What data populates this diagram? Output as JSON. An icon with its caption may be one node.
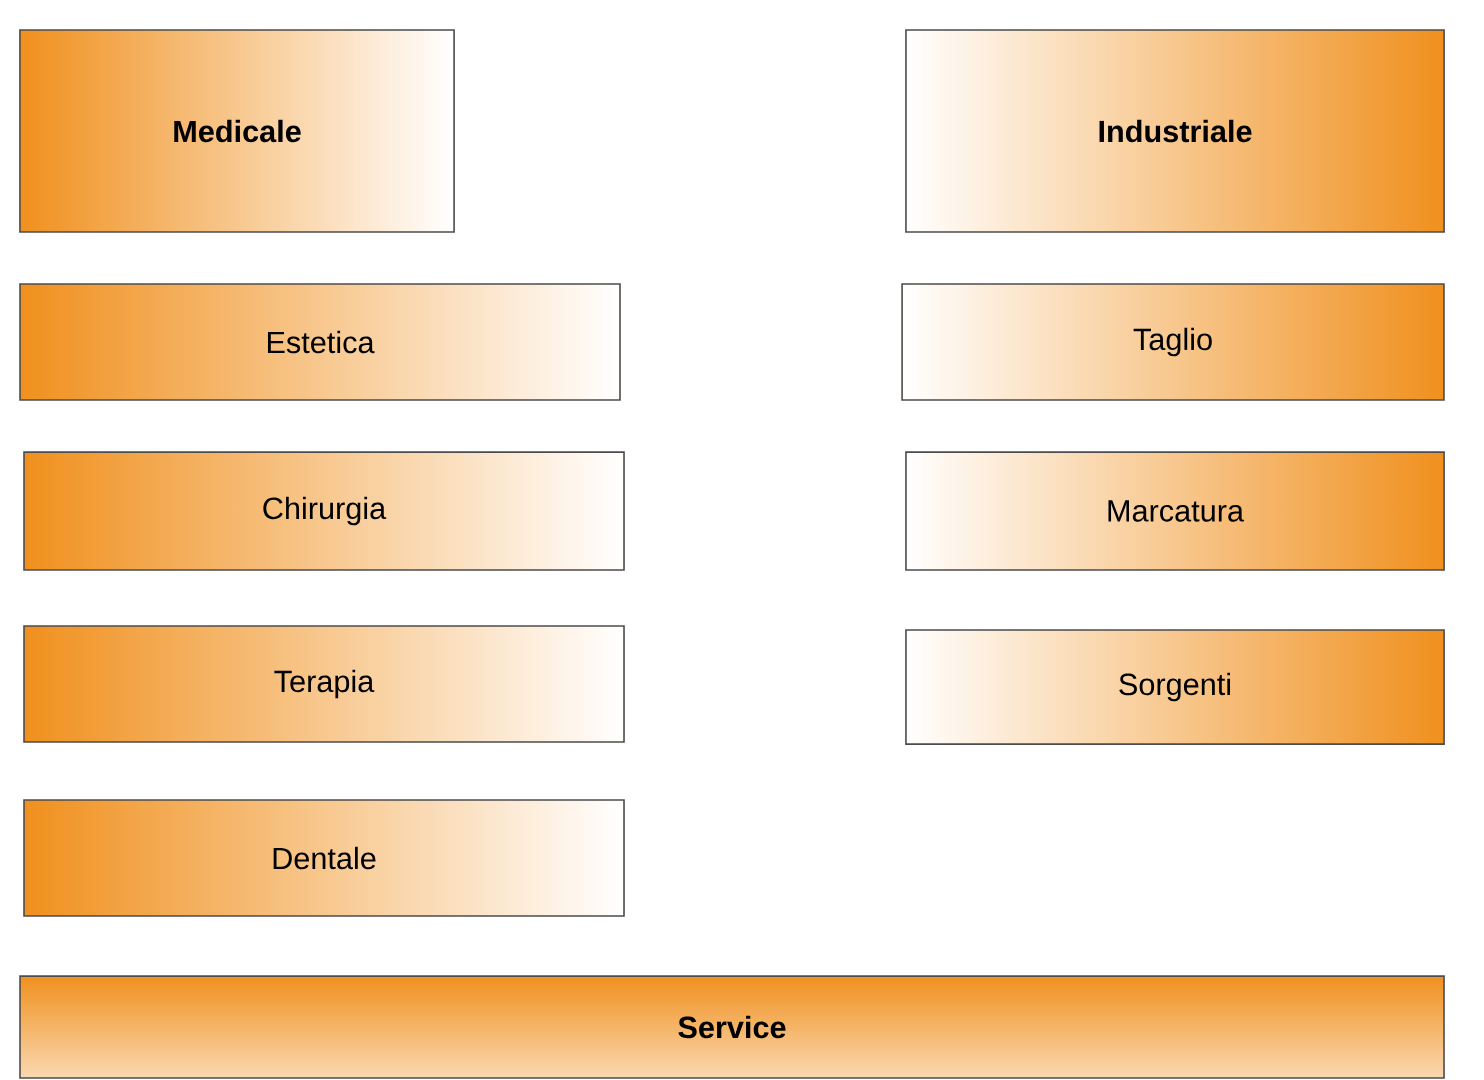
{
  "diagram": {
    "nodes": [
      {
        "text": [
          "Medicale"
        ]
      },
      {
        "text": [
          "Industriale"
        ]
      },
      {
        "text": [
          "Estetica"
        ]
      },
      {
        "text": [
          "Taglio"
        ]
      },
      {
        "text": [
          "Chirurgia"
        ]
      },
      {
        "text": [
          "Marcatura"
        ]
      },
      {
        "text": [
          "Terapia"
        ]
      },
      {
        "text": [
          "Sorgenti"
        ]
      },
      {
        "text": [
          "Dentale"
        ]
      },
      {
        "text": [
          "Service"
        ]
      }
    ]
  }
}
